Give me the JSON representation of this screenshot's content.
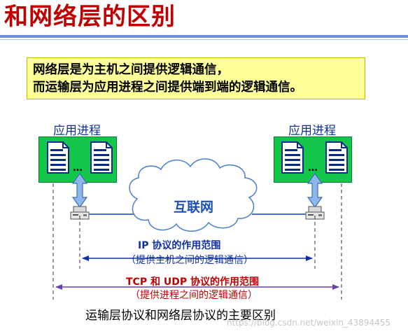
{
  "title": "和网络层的区别",
  "note": {
    "line1": "网络层是为主机之间提供逻辑通信，",
    "line2": "而运输层为应用进程之间提供端到端的逻辑通信。"
  },
  "hosts": {
    "left_label": "应用进程",
    "right_label": "应用进程",
    "ellipsis": "…"
  },
  "cloud_label": "互联网",
  "ip_range": {
    "line1": "IP 协议的作用范围",
    "line2": "（提供主机之间的逻辑通信）"
  },
  "tcp_range": {
    "line1": "TCP 和 UDP 协议的作用范围",
    "line2": "（提供进程之间的逻辑通信）"
  },
  "caption": "运输层协议和网络层协议的主要区别",
  "watermark": "https://blog.csdn.net/weixin_43894455",
  "colors": {
    "title": "#c00000",
    "note_bg": "#ffff99",
    "host_box": "#14c64a",
    "label_blue": "#1030a0",
    "label_red": "#c00000"
  }
}
